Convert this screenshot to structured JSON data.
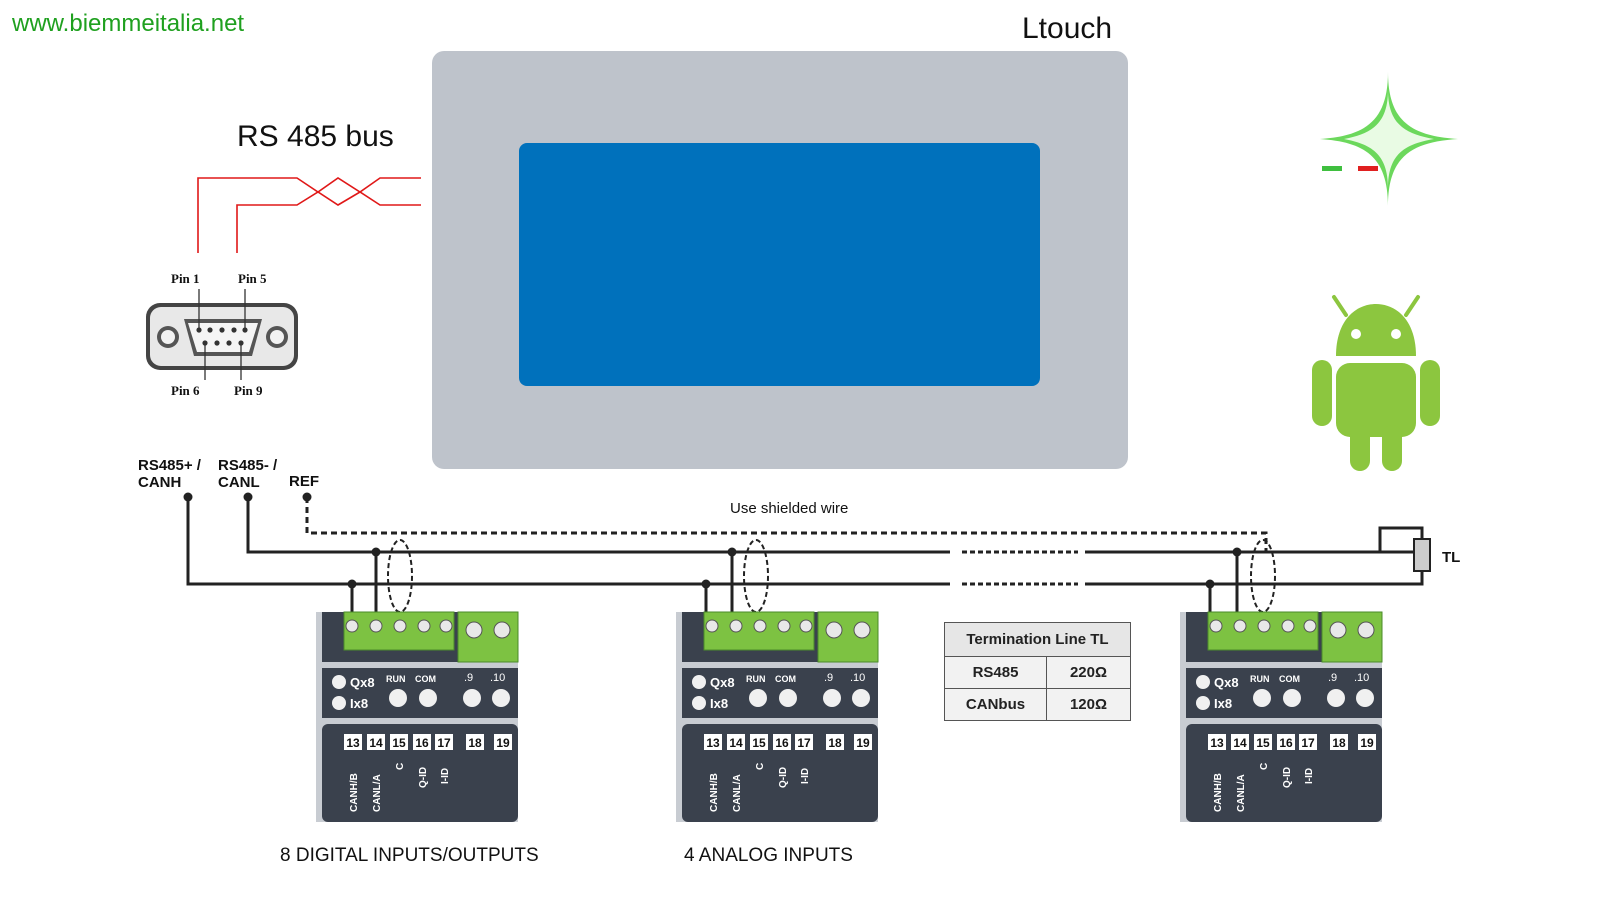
{
  "site_url": "www.biemmeitalia.net",
  "device_title": "Ltouch",
  "bus_title": "RS 485 bus",
  "connector": {
    "pin1": "Pin 1",
    "pin5": "Pin 5",
    "pin6": "Pin 6",
    "pin9": "Pin 9"
  },
  "signals": {
    "plus_line1": "RS485+ /",
    "plus_line2": "CANH",
    "minus_line1": "RS485- /",
    "minus_line2": "CANL",
    "ref": "REF"
  },
  "shield_note": "Use shielded wire",
  "termination_label": "TL",
  "termination_table": {
    "header": "Termination Line TL",
    "rows": [
      {
        "bus": "RS485",
        "value": "220Ω"
      },
      {
        "bus": "CANbus",
        "value": "120Ω"
      }
    ]
  },
  "module": {
    "led1": "Qx8",
    "led2": "Ix8",
    "run": "RUN",
    "com": "COM",
    "p9": ".9",
    "p10": ".10",
    "terminals": [
      "13",
      "14",
      "15",
      "16",
      "17",
      "18",
      "19"
    ],
    "terminal_labels": [
      "CANH/B",
      "CANL/A",
      "C",
      "Q-ID",
      "I-ID"
    ]
  },
  "captions": {
    "module1": "8 DIGITAL INPUTS/OUTPUTS",
    "module2": "4 ANALOG INPUTS"
  },
  "colors": {
    "bus_wire": "#e01818",
    "panel": "#bec3cb",
    "screen": "#0071bc",
    "terminal_green": "#7dc242",
    "module_body": "#3a414d",
    "url_green": "#1fa01f"
  }
}
